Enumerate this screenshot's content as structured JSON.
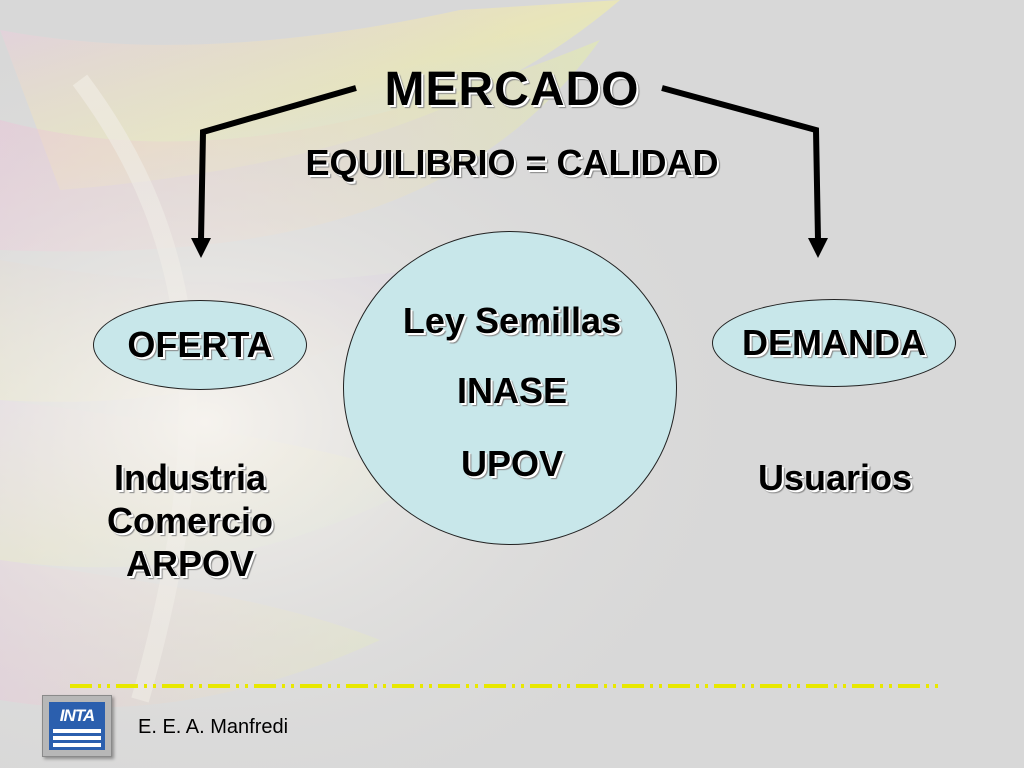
{
  "title": "MERCADO",
  "subtitle": "EQUILIBRIO = CALIDAD",
  "left_node": "OFERTA",
  "right_node": "DEMANDA",
  "center_node": {
    "lines": [
      "Ley Semillas",
      "INASE",
      "UPOV"
    ]
  },
  "left_list": [
    "Industria",
    "Comercio",
    "ARPOV"
  ],
  "right_list": [
    "Usuarios"
  ],
  "footer": {
    "logo_text": "INTA",
    "author": "E. E. A. Manfredi"
  },
  "colors": {
    "node_fill": "#c8e7ea",
    "divider": "#e8e800",
    "logo_blue": "#2b5fae"
  }
}
